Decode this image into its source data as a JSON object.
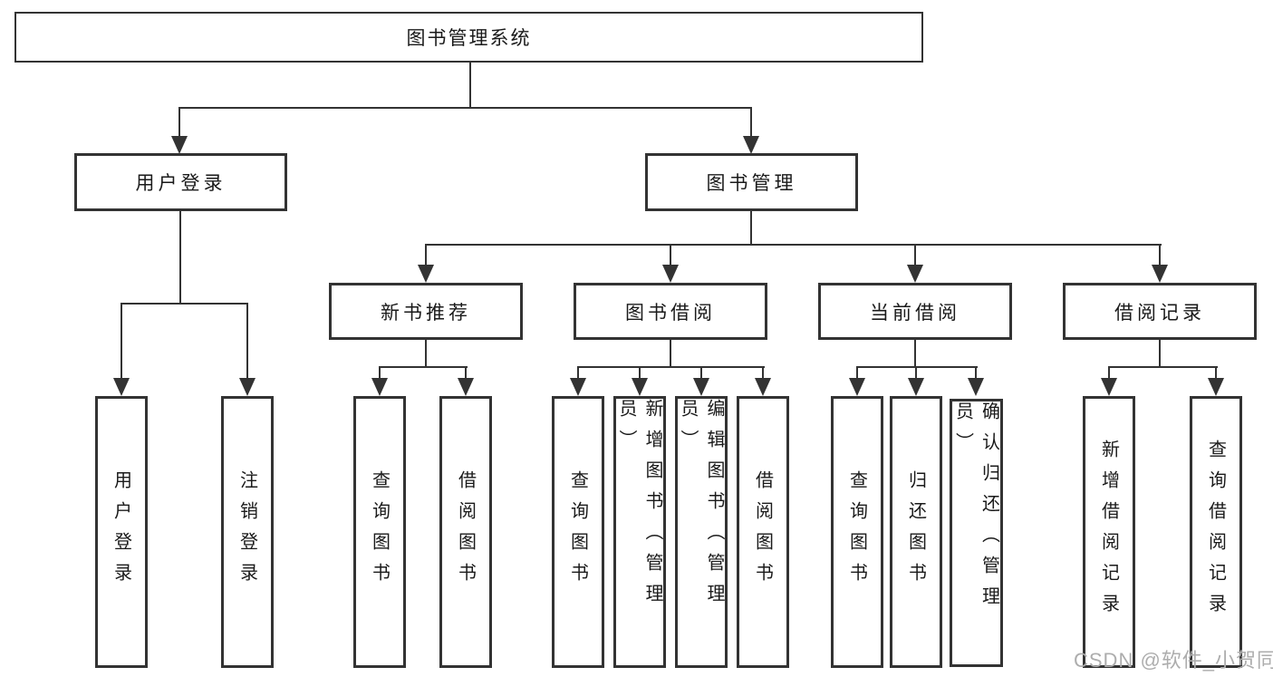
{
  "diagram": {
    "tree": {
      "label": "图书管理系统",
      "children": [
        {
          "label": "用户登录",
          "children": [
            {
              "label": "用户登录"
            },
            {
              "label": "注销登录"
            }
          ]
        },
        {
          "label": "图书管理",
          "children": [
            {
              "label": "新书推荐",
              "children": [
                {
                  "label": "查询图书"
                },
                {
                  "label": "借阅图书"
                }
              ]
            },
            {
              "label": "图书借阅",
              "children": [
                {
                  "label": "查询图书"
                },
                {
                  "label": "新增图书（管理员）"
                },
                {
                  "label": "编辑图书（管理员）"
                },
                {
                  "label": "借阅图书"
                }
              ]
            },
            {
              "label": "当前借阅",
              "children": [
                {
                  "label": "查询图书"
                },
                {
                  "label": "归还图书"
                },
                {
                  "label": "确认归还（管理员）"
                }
              ]
            },
            {
              "label": "借阅记录",
              "children": [
                {
                  "label": "新增借阅记录"
                },
                {
                  "label": "查询借阅记录"
                }
              ]
            }
          ]
        }
      ]
    },
    "watermark": "CSDN @软件_小贺同学",
    "colors": {
      "line": "#333333",
      "box_border": "#333333",
      "box_fill": "#ffffff",
      "text": "#1a1a1a",
      "watermark": "#adadad"
    }
  }
}
